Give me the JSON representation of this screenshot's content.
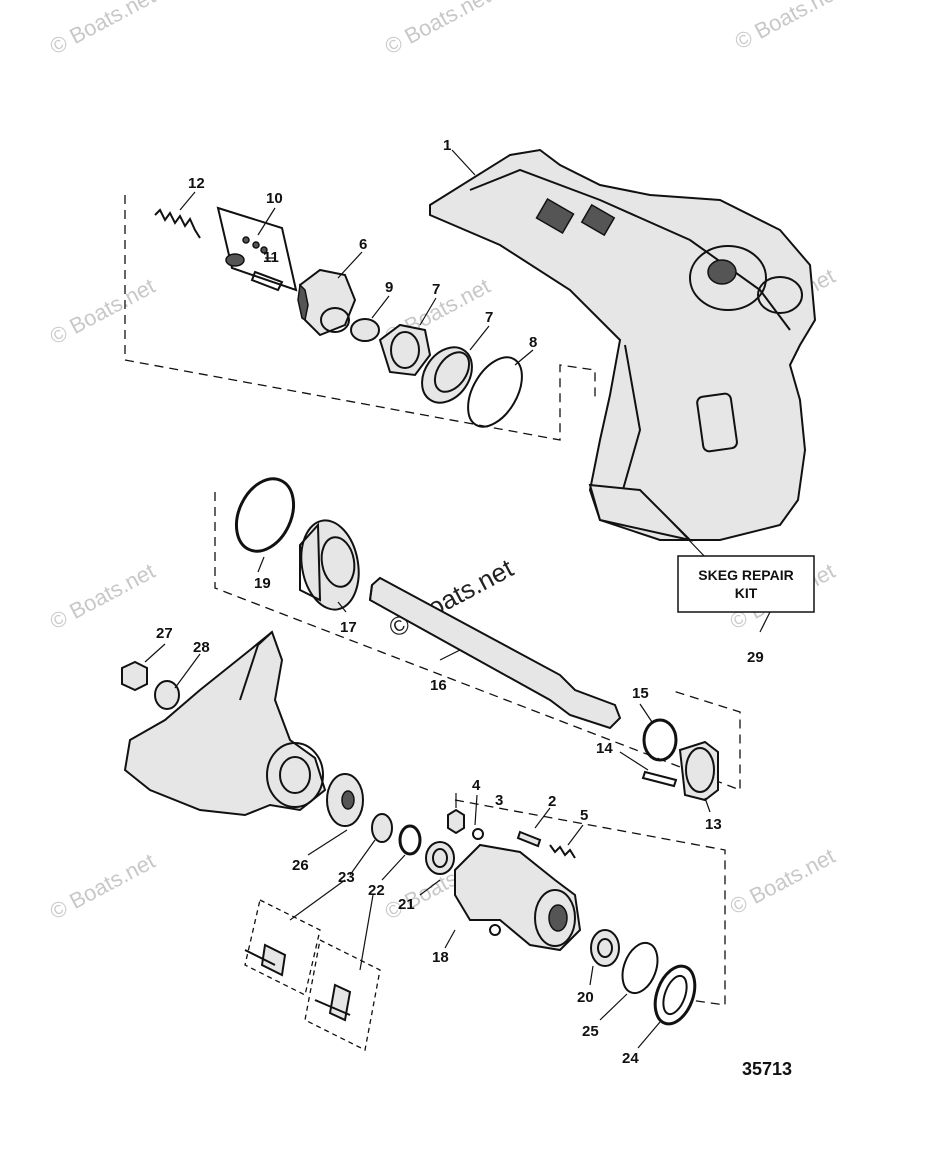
{
  "watermark": "© Boats.net",
  "callout": {
    "line1": "SKEG REPAIR",
    "line2": "KIT"
  },
  "doc_number": "35713",
  "labels": {
    "p1": "1",
    "p2": "2",
    "p3": "3",
    "p4": "4",
    "p5": "5",
    "p6": "6",
    "p7a": "7",
    "p7b": "7",
    "p8": "8",
    "p9": "9",
    "p10": "10",
    "p11": "11",
    "p12": "12",
    "p13": "13",
    "p14": "14",
    "p15": "15",
    "p16": "16",
    "p17": "17",
    "p18": "18",
    "p19": "19",
    "p20": "20",
    "p21": "21",
    "p22": "22",
    "p23": "23",
    "p24": "24",
    "p25": "25",
    "p26": "26",
    "p27": "27",
    "p28": "28",
    "p29": "29"
  }
}
